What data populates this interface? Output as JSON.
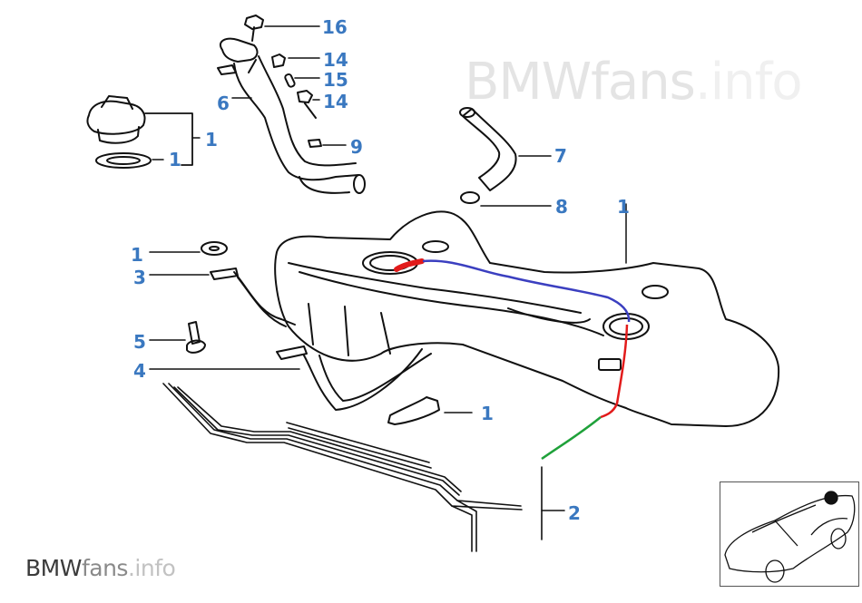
{
  "diagram": {
    "title": "Fuel tank assembly",
    "watermark_top": {
      "brand": "BMW",
      "suffix": "fans",
      "tld": ".info"
    },
    "watermark_bottom": {
      "brand": "BMW",
      "suffix": "fans",
      "tld": ".info"
    },
    "label_color": "#3a78c0",
    "callouts": [
      {
        "id": "c16",
        "text": "16"
      },
      {
        "id": "c14a",
        "text": "14"
      },
      {
        "id": "c15",
        "text": "15"
      },
      {
        "id": "c14b",
        "text": "14"
      },
      {
        "id": "c6",
        "text": "6"
      },
      {
        "id": "c9",
        "text": "9"
      },
      {
        "id": "c1-cap",
        "text": "1"
      },
      {
        "id": "c1-seal",
        "text": "1"
      },
      {
        "id": "c7",
        "text": "7"
      },
      {
        "id": "c8",
        "text": "8"
      },
      {
        "id": "c1-tank",
        "text": "1"
      },
      {
        "id": "c1-washer",
        "text": "1"
      },
      {
        "id": "c3",
        "text": "3"
      },
      {
        "id": "c5",
        "text": "5"
      },
      {
        "id": "c4",
        "text": "4"
      },
      {
        "id": "c1-pad",
        "text": "1"
      },
      {
        "id": "c2",
        "text": "2"
      }
    ],
    "annotations": {
      "red": "#e21b1b",
      "blue": "#3b3fc0",
      "green": "#1fa13a"
    },
    "thumbnail": {
      "label": "vehicle locator",
      "marker": "fuel tank location"
    }
  }
}
